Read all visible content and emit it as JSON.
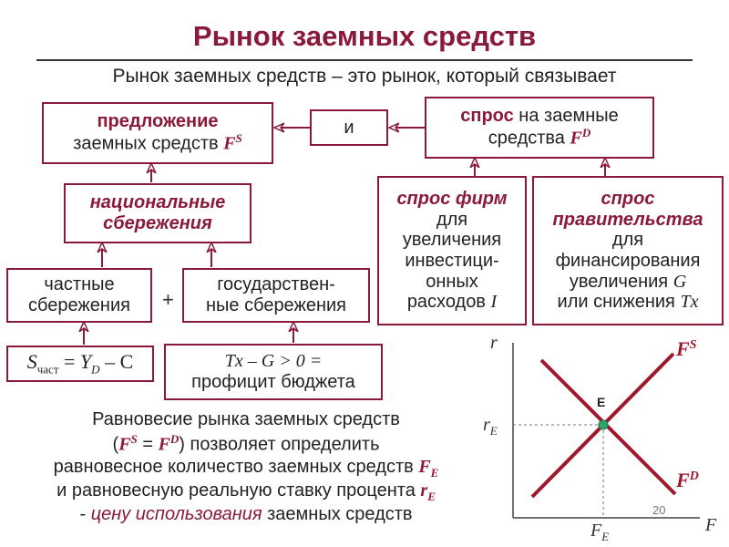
{
  "title": "Рынок заемных средств",
  "subtitle": "Рынок  заемных средств – это рынок, который связывает",
  "supply_box": {
    "line1": "предложение",
    "line2": "заемных средств ",
    "symbol": "F",
    "sup": "S"
  },
  "and_box": "и",
  "demand_box": {
    "line1_bold": "спрос",
    "line1_rest": "  на заемные",
    "line2": "средства  ",
    "symbol": "F",
    "sup": "D"
  },
  "national_savings": {
    "line1": "национальные",
    "line2": "сбережения"
  },
  "private_savings": {
    "line1": "частные",
    "line2": "сбережения"
  },
  "plus_sign": "+",
  "gov_savings": {
    "line1": "государствен-",
    "line2": "ные сбережения"
  },
  "private_formula": {
    "s": "S",
    "s_sub": "част",
    "eq": " = ",
    "y": "Y",
    "y_sub": "D",
    "rest": " – C"
  },
  "budget_formula": {
    "line1": "Tx – G > 0 =",
    "line2": "профицит бюджета"
  },
  "firms_demand": {
    "line1": "спрос фирм",
    "line2": "для",
    "line3": "увеличения",
    "line4": "инвестици-",
    "line5": "онных",
    "line6_text": "расходов ",
    "line6_sym": "I"
  },
  "gov_demand": {
    "line1": "спрос",
    "line2": "правительства",
    "line3": "для",
    "line4": "финансирования",
    "line5_text": "увеличения ",
    "line5_sym": "G",
    "line6_text": "или снижения ",
    "line6_sym": "Tx"
  },
  "equilibrium_text": {
    "line1": "Равновесие рынка заемных средств",
    "line2_open": "(",
    "line2_fs": "F",
    "line2_fs_sup": "S",
    "line2_eq": " = ",
    "line2_fd": "F",
    "line2_fd_sup": "D",
    "line2_rest": ") позволяет определить",
    "line3_text": "равновесное количество заемных средств ",
    "line3_sym": "F",
    "line3_sub": "E",
    "line4_text": "и равновесную реальную ставку процента ",
    "line4_sym": "r",
    "line4_sub": "E",
    "line5_dash": "- ",
    "line5_italic": "цену использования",
    "line5_rest": " заемных средств"
  },
  "graph": {
    "y_axis_label": "r",
    "x_axis_label": "F",
    "re_label": "r",
    "re_sub": "E",
    "fe_label": "F",
    "fe_sub": "E",
    "eq_point_label": "E",
    "supply_label": "F",
    "supply_sup": "S",
    "demand_label": "F",
    "demand_sup": "D",
    "supply_color": "#a0182e",
    "demand_color": "#a0182e",
    "point_color": "#2aa86a"
  },
  "page_number": "20",
  "colors": {
    "accent": "#8b1a3a",
    "text": "#222222"
  }
}
